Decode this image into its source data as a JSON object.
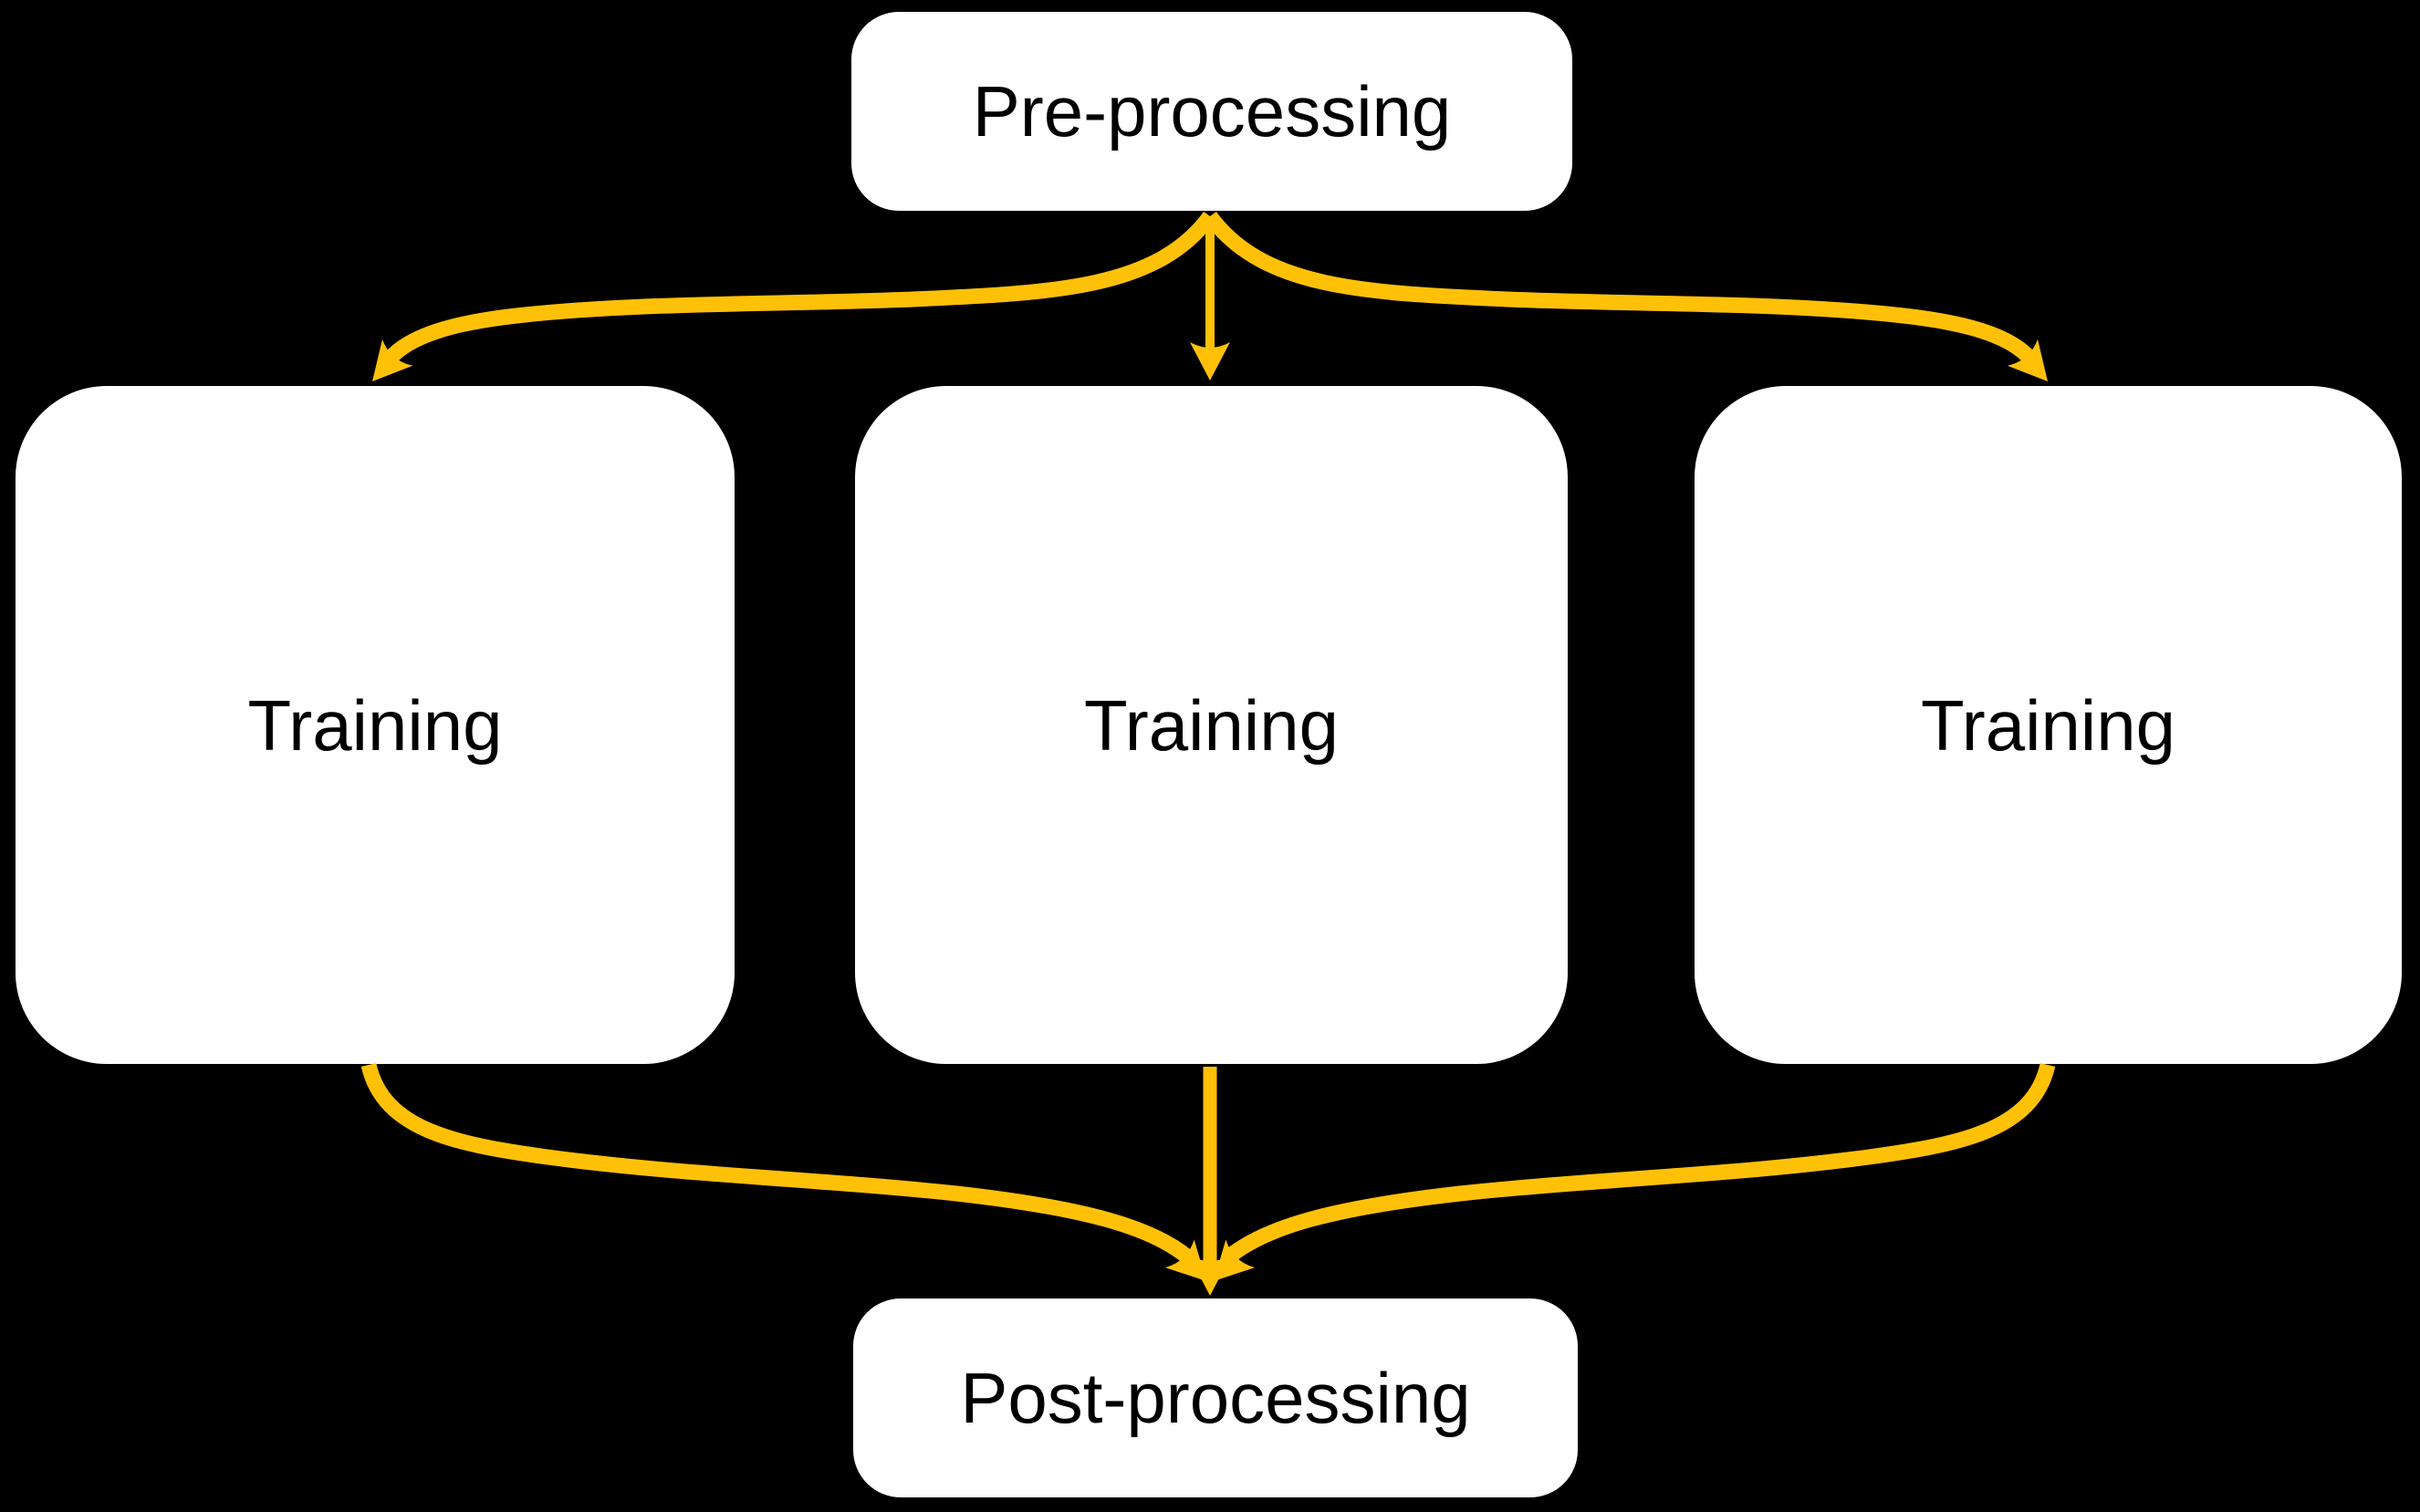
{
  "diagram": {
    "background_color": "#000000",
    "arrow_color": "#FFC107",
    "node_fill_color": "#FFFFFF",
    "node_text_color": "#000000",
    "nodes": {
      "pre": {
        "label": "Pre-processing"
      },
      "training_left": {
        "label": "Training"
      },
      "training_middle": {
        "label": "Training"
      },
      "training_right": {
        "label": "Training"
      },
      "post": {
        "label": "Post-processing"
      }
    },
    "edges": [
      {
        "from": "Pre-processing",
        "to": "Training (left)"
      },
      {
        "from": "Pre-processing",
        "to": "Training (middle)"
      },
      {
        "from": "Pre-processing",
        "to": "Training (right)"
      },
      {
        "from": "Training (left)",
        "to": "Post-processing"
      },
      {
        "from": "Training (middle)",
        "to": "Post-processing"
      },
      {
        "from": "Training (right)",
        "to": "Post-processing"
      }
    ]
  }
}
